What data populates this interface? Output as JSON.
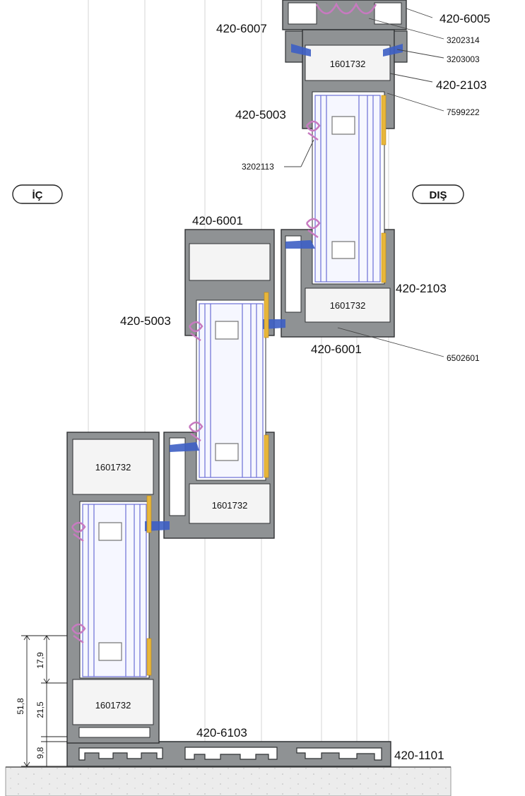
{
  "side_labels": {
    "inside": "İÇ",
    "outside": "DIŞ"
  },
  "labels": {
    "l_420_6005": "420-6005",
    "l_3202314": "3202314",
    "l_420_6007": "420-6007",
    "l_3203003": "3203003",
    "l_420_2103_top": "420-2103",
    "l_7599222": "7599222",
    "l_420_5003_top": "420-5003",
    "l_3202113": "3202113",
    "l_420_6001_top": "420-6001",
    "l_420_2103_mid": "420-2103",
    "l_420_5003_mid": "420-5003",
    "l_420_6001_mid": "420-6001",
    "l_6502601": "6502601",
    "l_420_6103": "420-6103",
    "l_420_1101": "420-1101"
  },
  "gasket_code": "1601732",
  "dimensions": {
    "total": "51,8",
    "upper": "17,9",
    "middle": "21,5",
    "lower": "9,8"
  },
  "colors": {
    "aluminium": "#8f9294",
    "aluminium_dark": "#3a3c3e",
    "gasket_fill": "#dcdcdc",
    "glass_line": "#6a6fd6",
    "seal_blue": "#3d5fc4",
    "seal_pink": "#c77ac0",
    "tape_yellow": "#e8b63a",
    "floor": "#e9e9e9"
  }
}
